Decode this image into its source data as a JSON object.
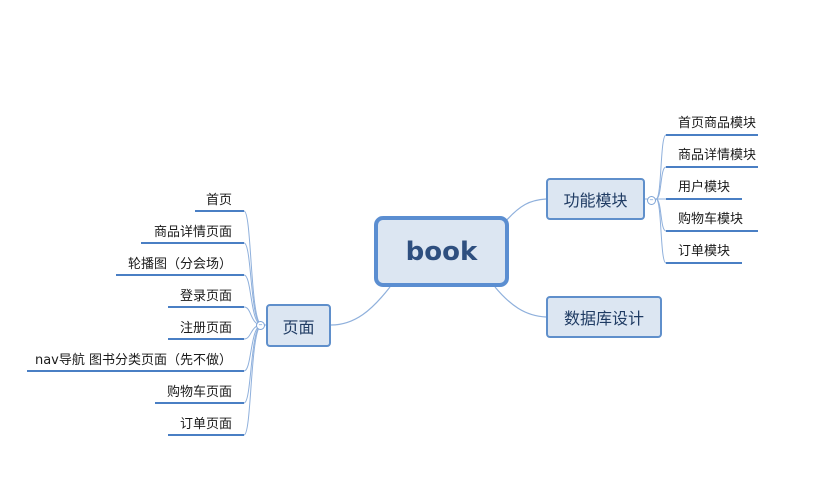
{
  "central": {
    "label": "book"
  },
  "branches": {
    "functions": {
      "label": "功能模块",
      "children": [
        "首页商品模块",
        "商品详情模块",
        "用户模块",
        "购物车模块",
        "订单模块"
      ]
    },
    "database": {
      "label": "数据库设计"
    },
    "pages": {
      "label": "页面",
      "children": [
        "首页",
        "商品详情页面",
        "轮播图（分会场）",
        "登录页面",
        "注册页面",
        "nav导航 图书分类页面（先不做）",
        "购物车页面",
        "订单页面"
      ]
    }
  },
  "colors": {
    "node_fill": "#dce6f2",
    "node_border": "#5f8fcb",
    "connector": "#8fb0dc",
    "underline": "#4a7fc4"
  },
  "icons": {
    "collapse": "collapse-minus-icon"
  }
}
